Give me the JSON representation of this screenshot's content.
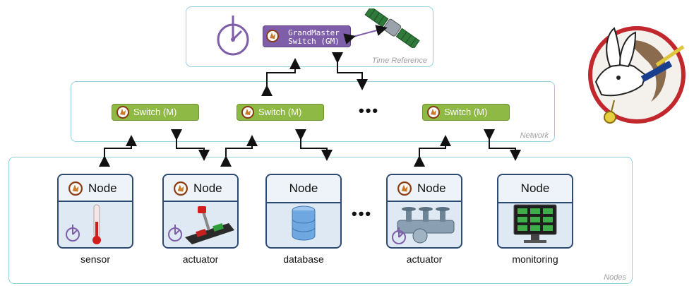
{
  "time_reference": {
    "label": "Time Reference",
    "grandmaster": {
      "line1": "GrandMaster",
      "line2": "Switch (GM)"
    }
  },
  "network": {
    "label": "Network",
    "switches": [
      "Switch (M)",
      "Switch (M)",
      "Switch (M)"
    ],
    "ellipsis": "•••"
  },
  "nodes": {
    "label": "Nodes",
    "ellipsis": "•••",
    "items": [
      {
        "title": "Node",
        "caption": "sensor",
        "icon": "thermometer-icon"
      },
      {
        "title": "Node",
        "caption": "actuator",
        "icon": "lever-icon"
      },
      {
        "title": "Node",
        "caption": "database",
        "icon": "database-icon"
      },
      {
        "title": "Node",
        "caption": "actuator",
        "icon": "valves-icon"
      },
      {
        "title": "Node",
        "caption": "monitoring",
        "icon": "monitor-icon"
      }
    ]
  },
  "colors": {
    "panel_border": "#8fd3de",
    "grandmaster": "#7e5ea8",
    "switch": "#8db944",
    "node_border": "#2d4a73",
    "clock": "#7e5ea8"
  }
}
